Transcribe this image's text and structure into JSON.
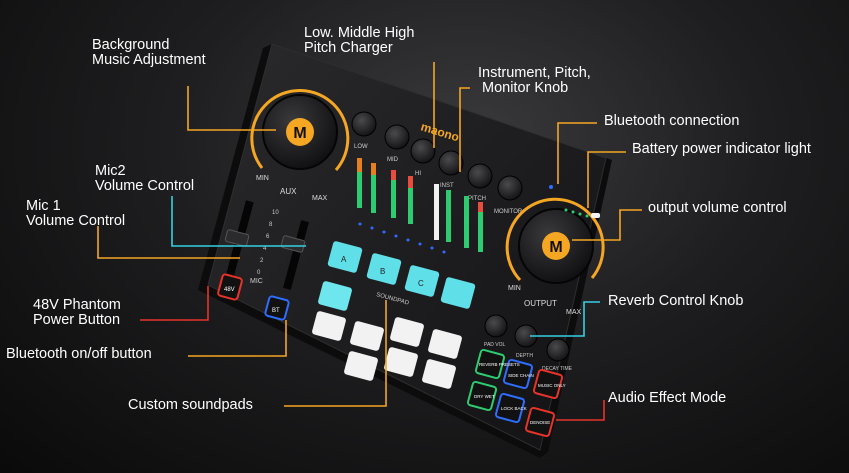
{
  "callouts": {
    "background_music": [
      "Background",
      "Music Adjustment"
    ],
    "low_middle_high": [
      "Low. Middle High",
      "Pitch Charger"
    ],
    "instrument_pitch": [
      "Instrument, Pitch,",
      "Monitor Knob"
    ],
    "bluetooth_connection": [
      "Bluetooth connection"
    ],
    "battery_light": [
      "Battery power indicator light"
    ],
    "mic2": [
      "Mic2",
      "Volume Control"
    ],
    "mic1": [
      "Mic 1",
      "Volume Control"
    ],
    "output_volume": [
      "output volume control"
    ],
    "phantom_power": [
      "48V Phantom",
      "Power Button"
    ],
    "reverb_knob": [
      "Reverb Control Knob"
    ],
    "bluetooth_onoff": [
      "Bluetooth on/off button"
    ],
    "soundpads": [
      "Custom soundpads"
    ],
    "audio_effect": [
      "Audio Effect Mode"
    ]
  },
  "device": {
    "brand": "maono",
    "aux_min": "MIN",
    "aux_label": "AUX",
    "aux_max": "MAX",
    "out_min": "MIN",
    "out_label": "OUTPUT",
    "out_max": "MAX",
    "knobs": [
      "LOW",
      "MID",
      "HI",
      "INST",
      "PITCH",
      "MONITOR"
    ],
    "pads": [
      "A",
      "B",
      "C"
    ],
    "soundpad_label": "SOUNDPAD",
    "mic_label": "MIC",
    "scale": [
      "10",
      "8",
      "6",
      "4",
      "2",
      "0"
    ],
    "btn_48v": "48V",
    "btn_bt": "BT",
    "effect_knobs": [
      "PAD VOL",
      "DEPTH",
      "DECAY TIME"
    ],
    "effect_buttons": [
      "REVERB PRESETS",
      "SIDE CHAIN",
      "MUSIC ONLY",
      "DRY WET",
      "LOCK BACK",
      "DENOISE"
    ]
  },
  "colors": {
    "accent": "#f5a623",
    "callout_line_orange": "#f5a623",
    "callout_line_cyan": "#35d0e0",
    "callout_line_red": "#e8332b",
    "pad_cyan": "#5fe0e8",
    "pad_white": "#f2f2f2"
  }
}
